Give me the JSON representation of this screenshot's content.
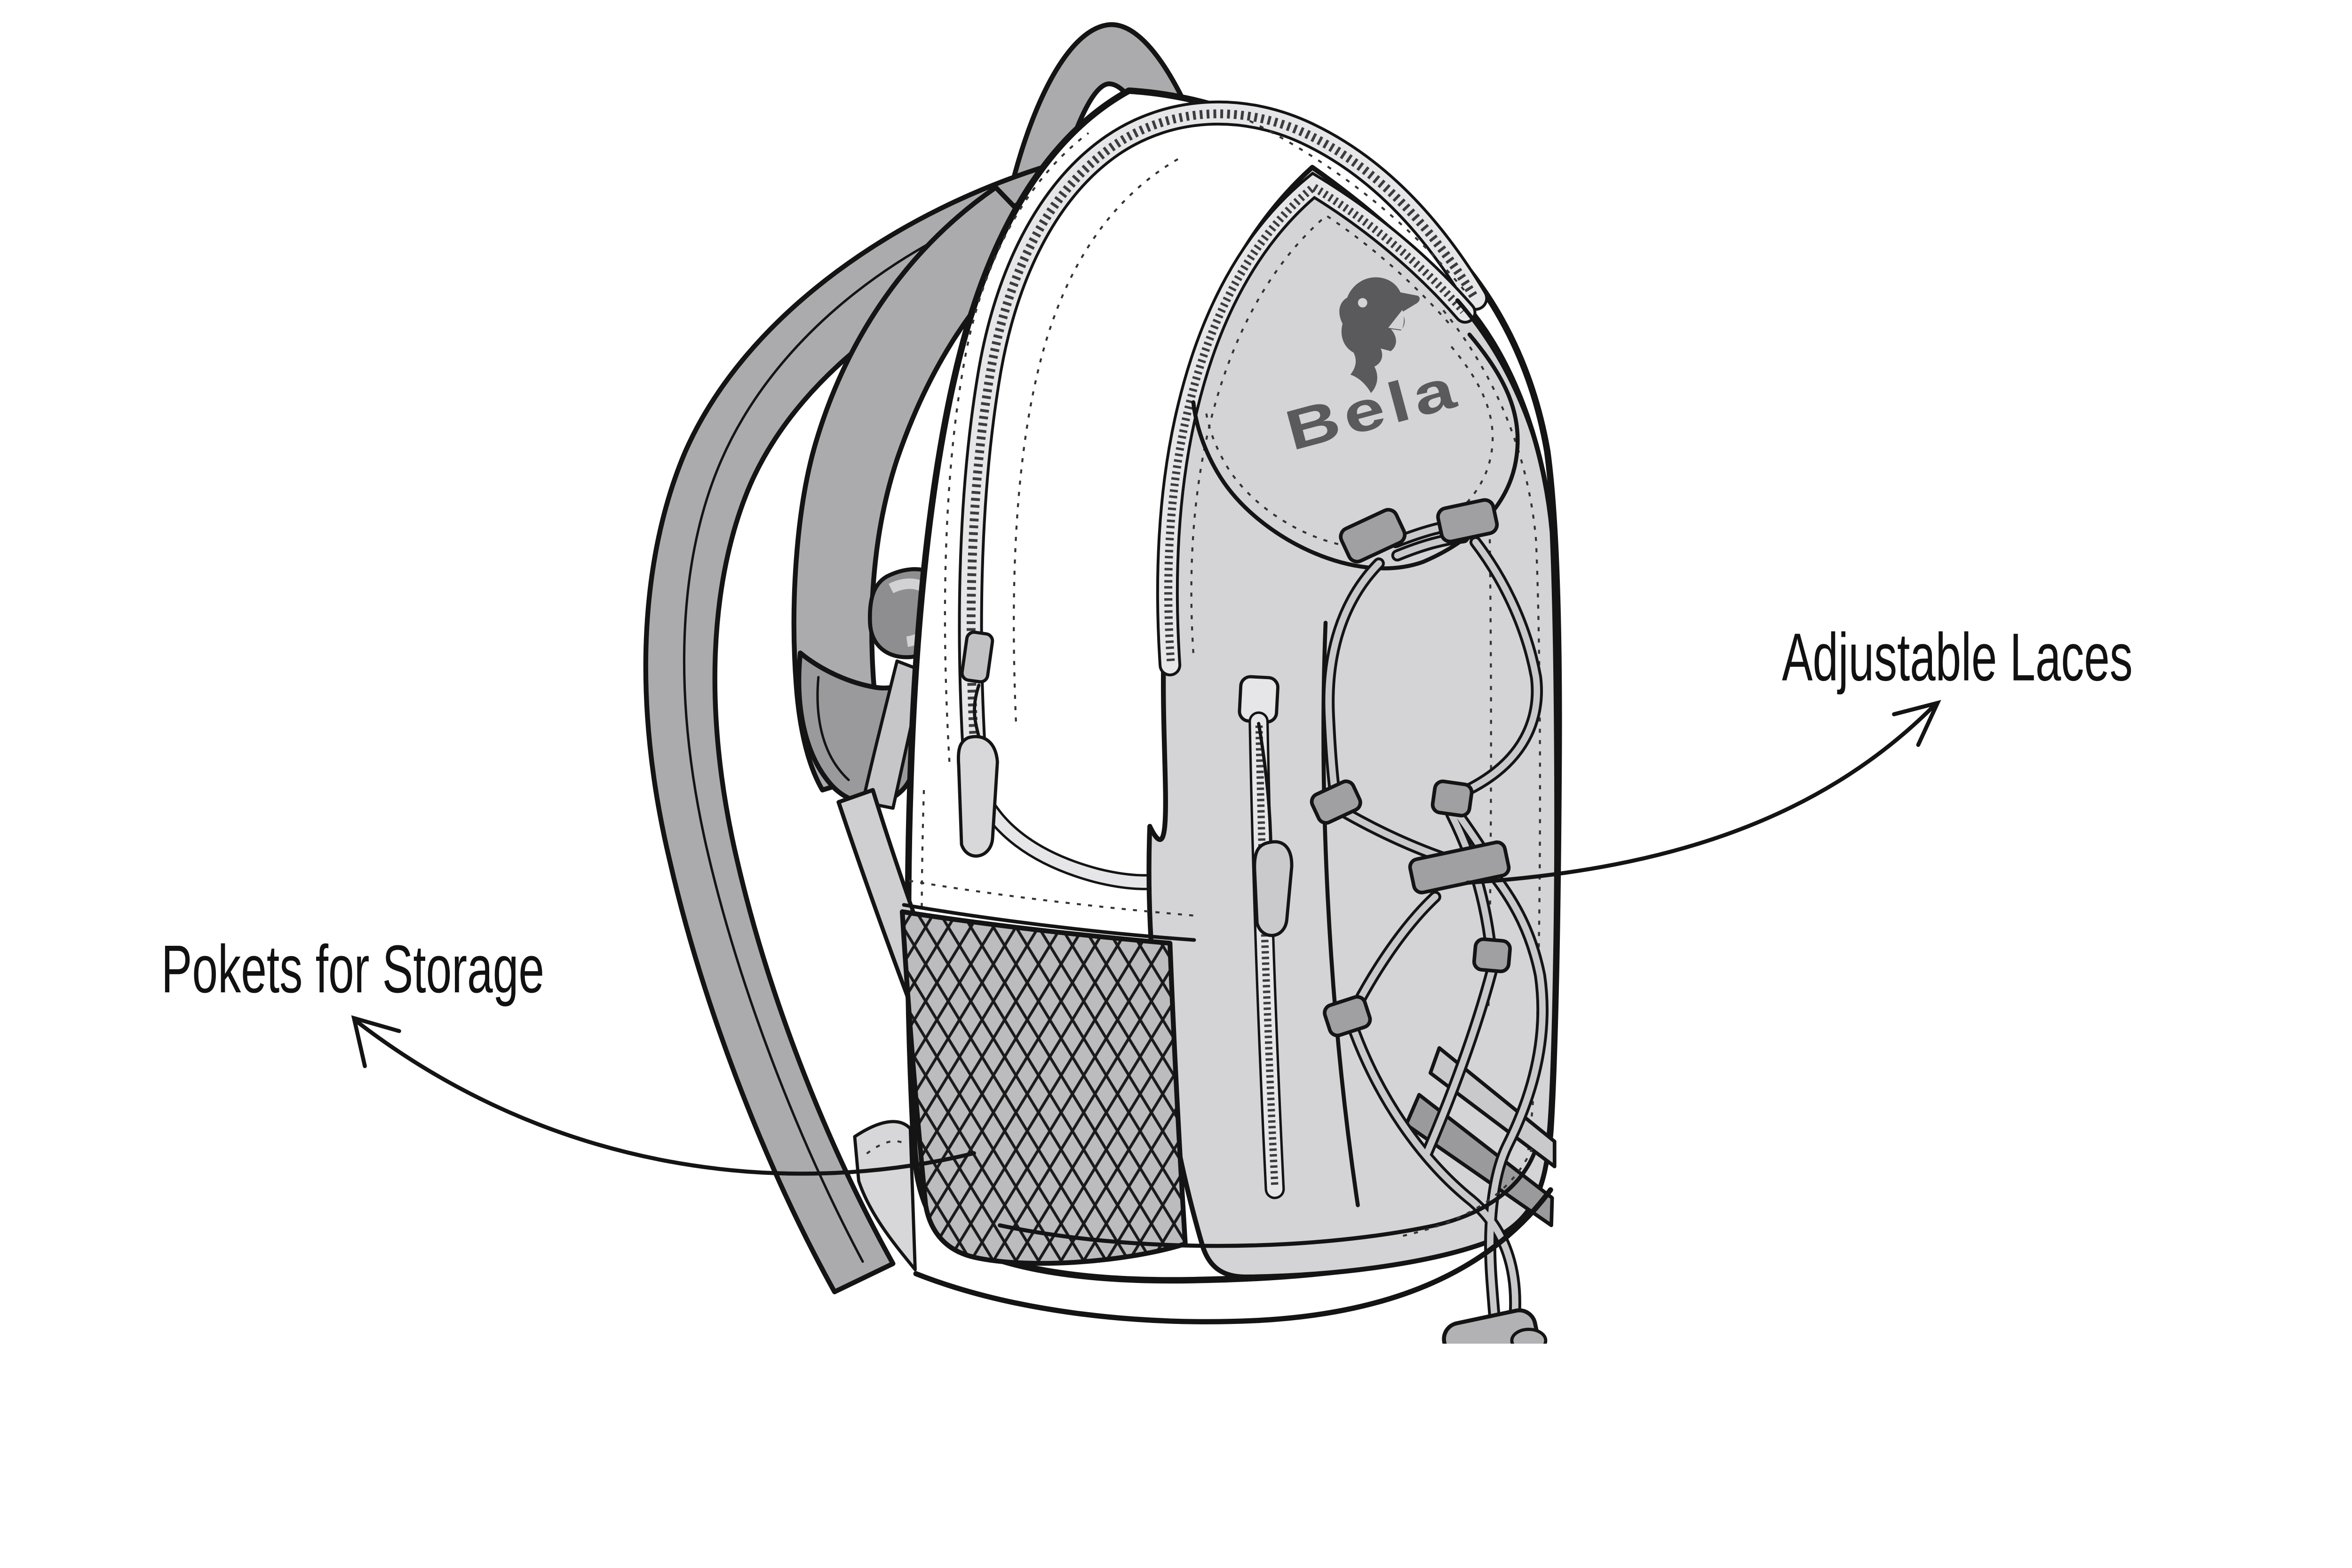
{
  "figure": {
    "subject": "backpack-technical-illustration",
    "view": "three-quarter side view line drawing"
  },
  "brand": {
    "name": "Bela",
    "logo_icon": "bear-roar-icon"
  },
  "annotations": {
    "adjustable_laces": {
      "label": "Adjustable Laces",
      "target": "front bungee laces"
    },
    "storage_pockets": {
      "label": "Pokets for Storage",
      "target": "side mesh pocket"
    }
  },
  "colors": {
    "background": "#ffffff",
    "outline": "#141414",
    "ink": "#111111",
    "fabric": "#d4d4d6",
    "fabric_light": "#e6e6e8",
    "strap": "#ababad",
    "strap_pad": "#9a9a9c",
    "webbing": "#cfcfd1",
    "mesh": "#bcbcbe",
    "mesh_line": "#1a1a1a",
    "lace": "#c9c9cb",
    "tab": "#a0a0a2",
    "keeper": "#8e8e90",
    "logo": "#5a5a5c"
  }
}
